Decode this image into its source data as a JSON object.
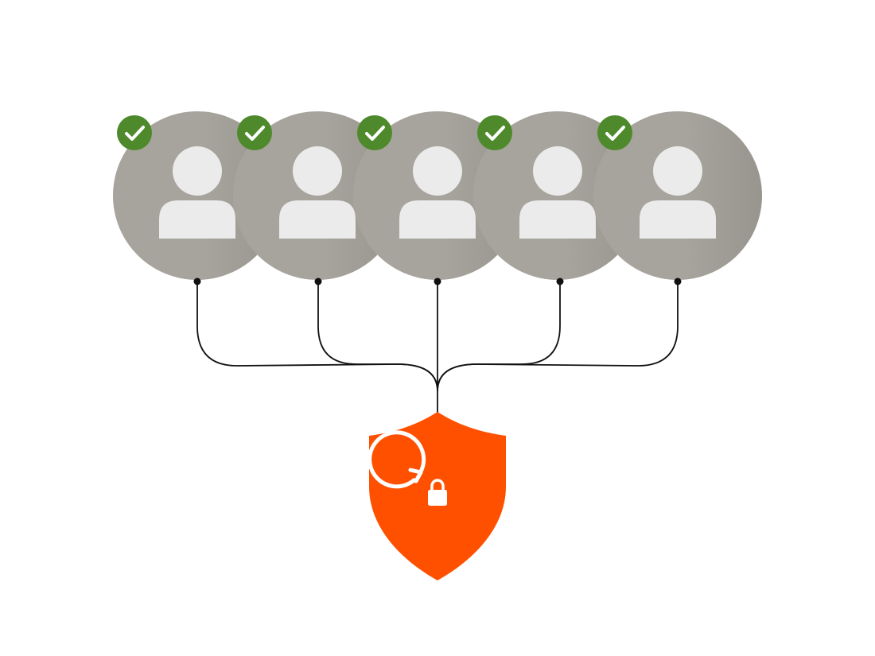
{
  "colors": {
    "background": "#ffffff",
    "avatar_bg_light": "#a6a49c",
    "avatar_bg_dark": "#97958d",
    "avatar_figure": "#ebebeb",
    "check_badge": "#4e8a2c",
    "check_mark": "#ffffff",
    "connector": "#111111",
    "shield": "#ff5000",
    "shield_icon": "#ffffff"
  },
  "users": [
    {
      "id": "user-1",
      "icon": "user-icon",
      "status": "verified",
      "status_icon": "check-badge-icon"
    },
    {
      "id": "user-2",
      "icon": "user-icon",
      "status": "verified",
      "status_icon": "check-badge-icon"
    },
    {
      "id": "user-3",
      "icon": "user-icon",
      "status": "verified",
      "status_icon": "check-badge-icon"
    },
    {
      "id": "user-4",
      "icon": "user-icon",
      "status": "verified",
      "status_icon": "check-badge-icon"
    },
    {
      "id": "user-5",
      "icon": "user-icon",
      "status": "verified",
      "status_icon": "check-badge-icon"
    }
  ],
  "target": {
    "icon": "shield-icon",
    "inner_icon": "lock-restore-icon"
  }
}
